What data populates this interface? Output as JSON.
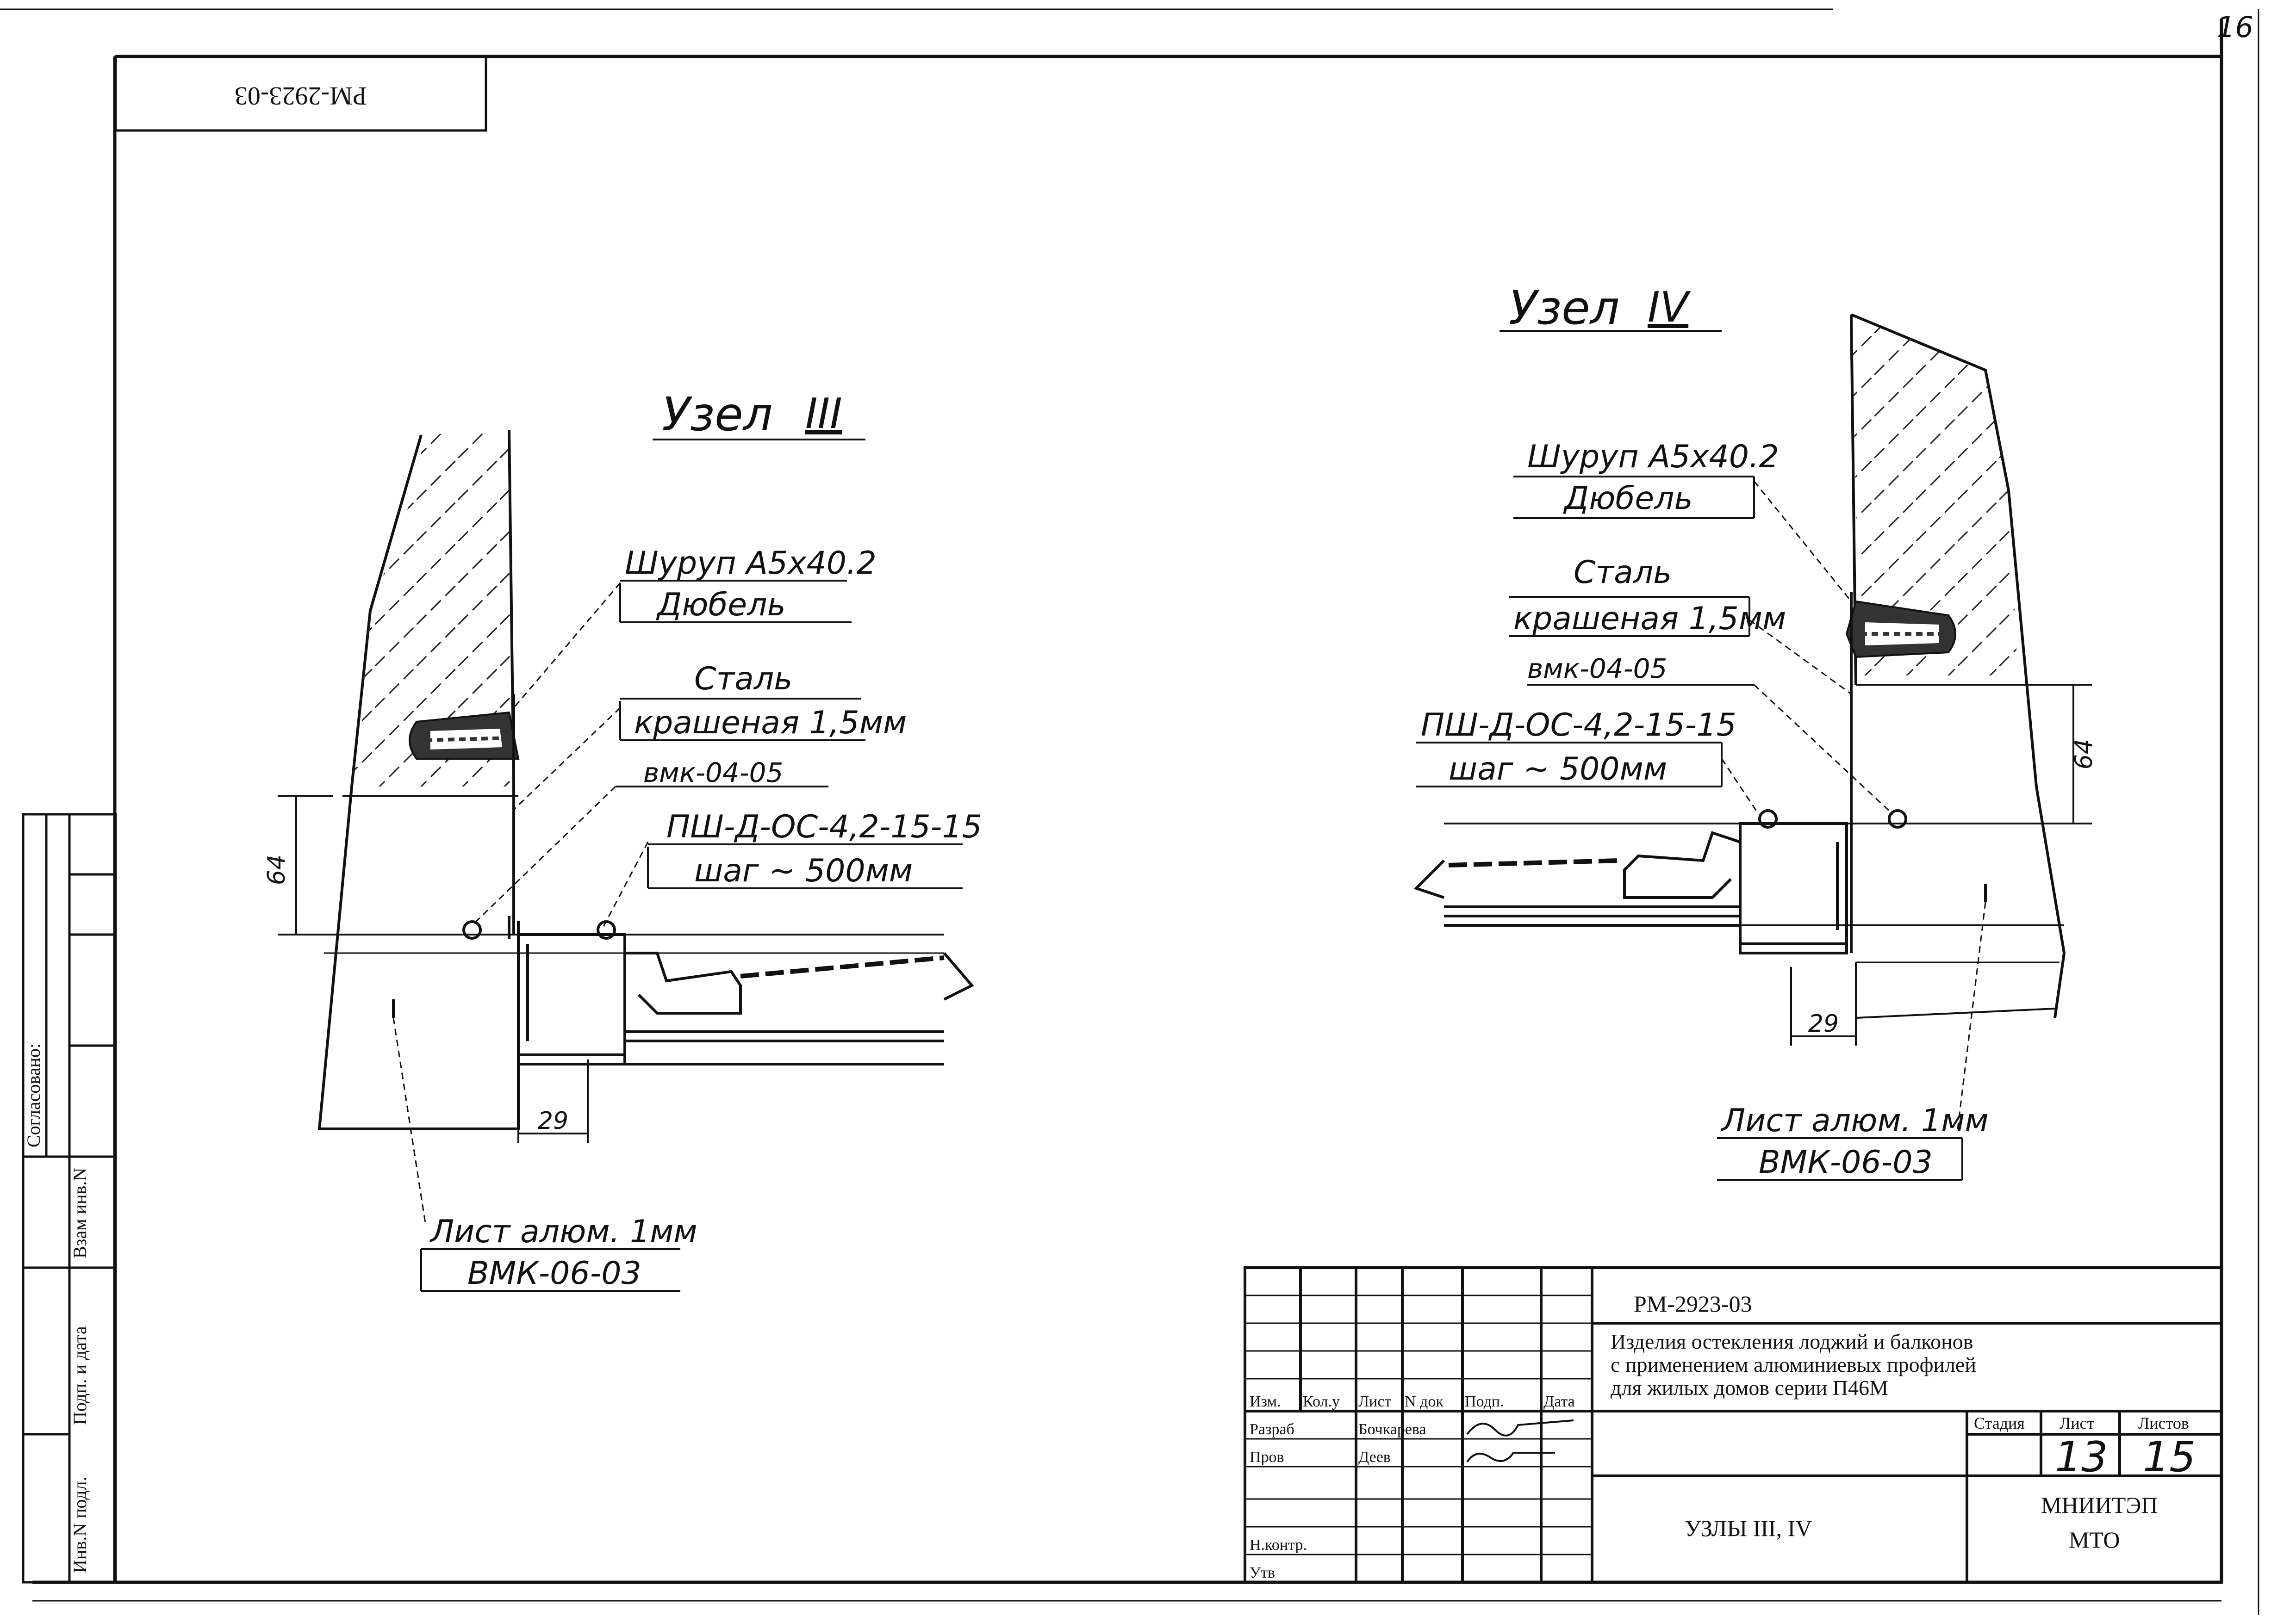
{
  "sheet_number_corner": "16",
  "top_stamp": "РМ-2923-03",
  "node_iii": {
    "title": "Узел",
    "roman": "III",
    "label_screw": "Шуруп А5х40.2",
    "label_dowel": "Дюбель",
    "label_steel": "Сталь",
    "label_painted": "крашеная 1,5мм",
    "label_vmk0405": "вмк-04-05",
    "label_psh": "ПШ-Д-ОС-4,2-15-15",
    "label_step": "шаг ~ 500мм",
    "dim_64": "64",
    "dim_29": "29",
    "label_sheet": "Лист алюм. 1мм",
    "label_vmk0603": "ВМК-06-03"
  },
  "node_iv": {
    "title": "Узел",
    "roman": "IV",
    "label_screw": "Шуруп А5х40.2",
    "label_dowel": "Дюбель",
    "label_steel": "Сталь",
    "label_painted": "крашеная 1,5мм",
    "label_vmk0405": "вмк-04-05",
    "label_psh": "ПШ-Д-ОС-4,2-15-15",
    "label_step": "шаг ~ 500мм",
    "dim_64": "64",
    "dim_29": "29",
    "label_sheet": "Лист алюм. 1мм",
    "label_vmk0603": "ВМК-06-03"
  },
  "side_stamp": {
    "agreed": "Согласовано:",
    "vzam": "Взам инв.N",
    "podp_data": "Подп. и дата",
    "inv_podl": "Инв.N подл."
  },
  "title_block": {
    "code": "РМ-2923-03",
    "product_line1": "Изделия остекления лоджий и балконов",
    "product_line2": "с применением алюминиевых профилей",
    "product_line3": "для жилых домов серии П46М",
    "h_izm": "Изм.",
    "h_kol": "Кол.у",
    "h_list": "Лист",
    "h_ndok": "N док",
    "h_podp": "Подп.",
    "h_data": "Дата",
    "r_razrab": "Разраб",
    "r_razrab_name": "Бочкарева",
    "r_prov": "Пров",
    "r_prov_name": "Деев",
    "r_nkontr": "Н.контр.",
    "r_utv": "Утв",
    "sheet_title": "УЗЛЫ III, IV",
    "h_stage": "Стадия",
    "h_sheet": "Лист",
    "h_sheets": "Листов",
    "v_sheet": "13",
    "v_sheets": "15",
    "org_line1": "МНИИТЭП",
    "org_line2": "МТО"
  }
}
